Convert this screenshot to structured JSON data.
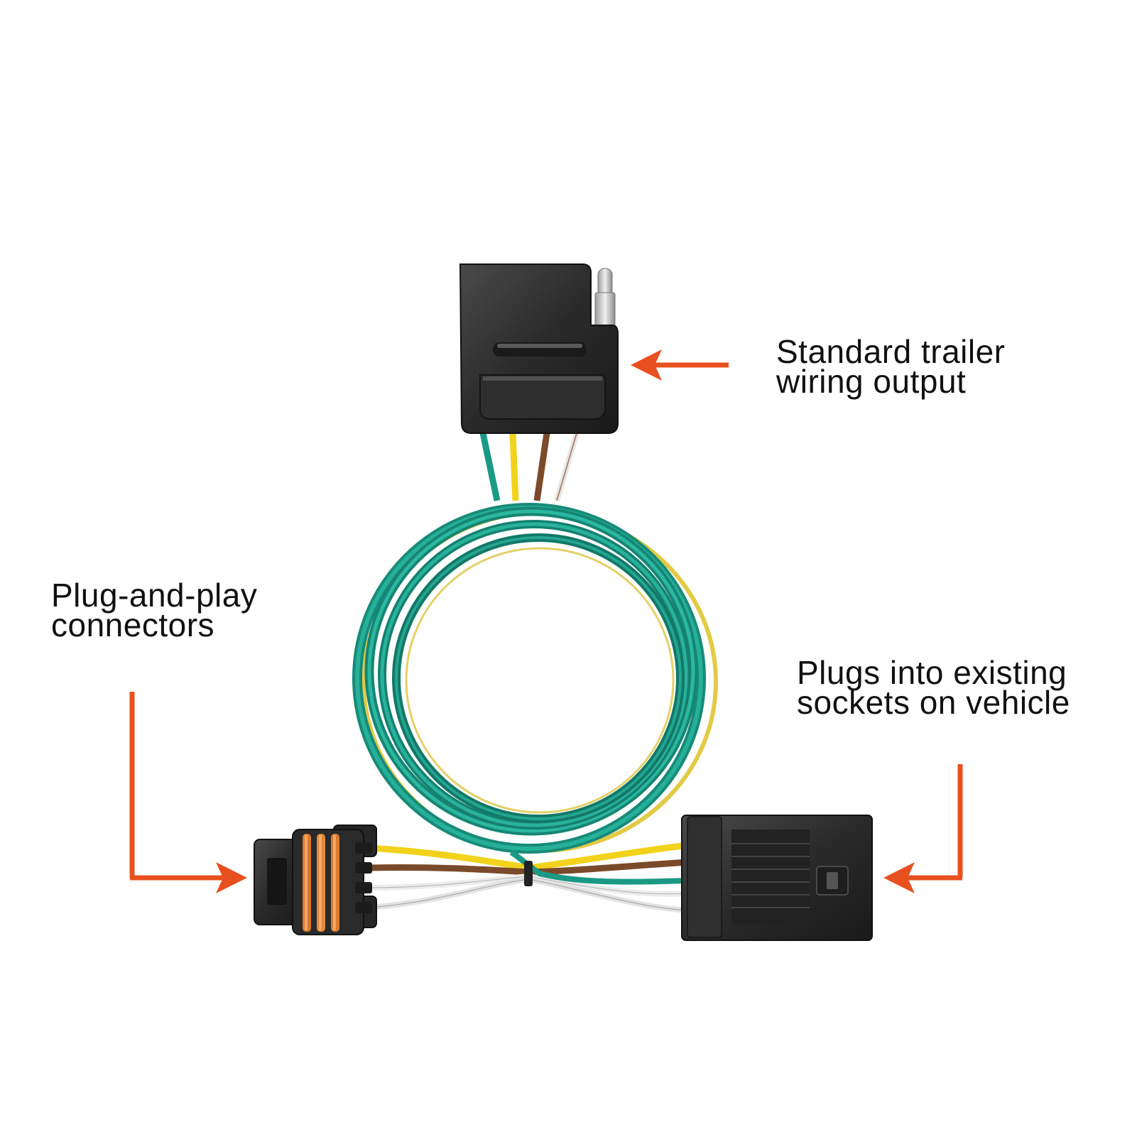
{
  "callouts": {
    "output": {
      "line1": "Standard trailer",
      "line2": "wiring output"
    },
    "connectors": {
      "line1": "Plug-and-play",
      "line2": "connectors"
    },
    "vehicle": {
      "line1": "Plugs into existing",
      "line2": "sockets on vehicle"
    }
  },
  "colors": {
    "arrow": "#e8501f",
    "cable_green": "#1a9a86",
    "wire_yellow": "#f2d21a",
    "wire_brown": "#7a4a2a",
    "wire_white": "#e8e8e8",
    "connector_black": "#2a2a2a",
    "coil_orange": "#d97a2e"
  }
}
